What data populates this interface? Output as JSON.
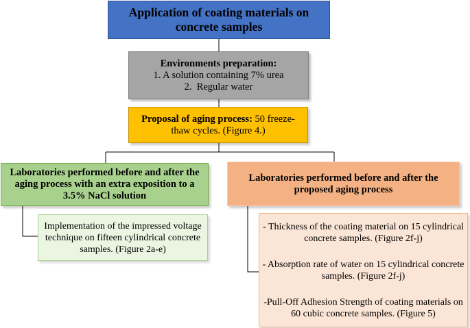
{
  "top": {
    "title": "Application of coating materials on concrete samples"
  },
  "environments": {
    "heading": "Environments preparation:",
    "items": [
      "1. A solution containing 7% urea",
      "2.  Regular water"
    ]
  },
  "aging": {
    "label": "Proposal of aging process:",
    "text": "50 freeze-thaw cycles. (Figure 4.)"
  },
  "lab_left": {
    "title": "Laboratories performed before and after the aging process with an extra exposition to a 3.5% NaCl solution",
    "detail": "Implementation of the impressed voltage technique on fifteen cylindrical concrete samples. (Figure 2a-e)"
  },
  "lab_right": {
    "title": "Laboratories performed before and after the proposed aging process",
    "details": [
      "- Thickness of the coating material on 15 cylindrical concrete samples. (Figure 2f-j)",
      "- Absorption rate of water on 15 cylindrical concrete samples. (Figure 2f-j)",
      "-Pull-Off Adhesion Strength of coating materials on 60 cubic concrete samples. (Figure 5)"
    ]
  },
  "colors": {
    "top": "#4472c4",
    "environments": "#a5a5a5",
    "aging": "#ffc000",
    "lab_left": "#a9d18e",
    "lab_right": "#f4b183",
    "detail_left": "#ebf5e1",
    "detail_right": "#fbe5d6"
  }
}
